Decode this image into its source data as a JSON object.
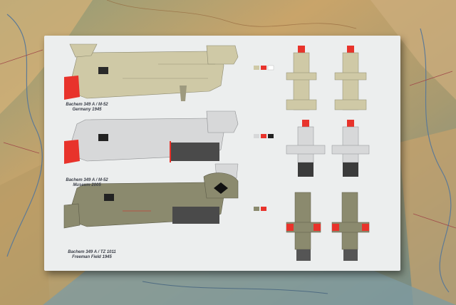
{
  "scene": {
    "description_colors": {
      "box_background": "#eceeee",
      "sand_aircraft": "#cfc9a6",
      "grey_aircraft": "#d7d8d9",
      "green_aircraft": "#8b8a6e",
      "nose_red": "#e8332b"
    }
  },
  "profiles": [
    {
      "name": "Bachem 349 A / M-52",
      "detail": "Germany 1945",
      "scheme": "sand",
      "nose": "red"
    },
    {
      "name": "Bachem 349 A / M-52",
      "detail": "Museum 2005",
      "scheme": "grey",
      "nose": "red"
    },
    {
      "name": "Bachem 349 A / TZ 1011",
      "detail": "Freeman Field 1945",
      "scheme": "green",
      "nose": "none"
    }
  ]
}
